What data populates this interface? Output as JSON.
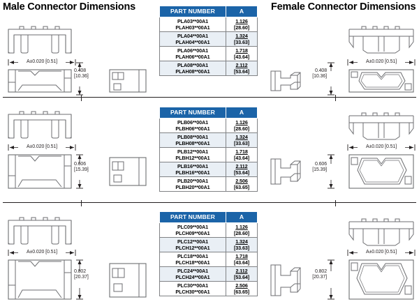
{
  "titles": {
    "male": "Male Connector Dimensions",
    "female": "Female Connector Dimensions"
  },
  "table_headers": {
    "part_number": "PART NUMBER",
    "a": "A"
  },
  "sections": [
    {
      "id": "section-a",
      "male_width_label": "A±0.020 [0.51]",
      "female_width_label": "A±0.020 [0.51]",
      "male_height_in": "0.408",
      "male_height_mm": "[10.36]",
      "female_height_in": "0.408",
      "female_height_mm": "[10.36]",
      "rows": [
        {
          "pn1": "PLA03**00A1",
          "pn2": "PLAH03**00A1",
          "a_in": "1.126",
          "a_mm": "[28.60]"
        },
        {
          "pn1": "PLA04**00A1",
          "pn2": "PLAH04**00A1",
          "a_in": "1.324",
          "a_mm": "[33.63]"
        },
        {
          "pn1": "PLA06**00A1",
          "pn2": "PLAH06**00A1",
          "a_in": "1.718",
          "a_mm": "[43.64]"
        },
        {
          "pn1": "PLA08**00A1",
          "pn2": "PLAH08**00A1",
          "a_in": "2.112",
          "a_mm": "[53.64]"
        }
      ]
    },
    {
      "id": "section-b",
      "male_width_label": "A±0.020 [0.51]",
      "female_width_label": "A±0.020 [0.51]",
      "male_height_in": "0.606",
      "male_height_mm": "[15.39]",
      "female_height_in": "0.606",
      "female_height_mm": "[15.39]",
      "rows": [
        {
          "pn1": "PLB06**00A1",
          "pn2": "PLBH06**00A1",
          "a_in": "1.126",
          "a_mm": "[28.60]"
        },
        {
          "pn1": "PLB08**00A1",
          "pn2": "PLBH08**00A1",
          "a_in": "1.324",
          "a_mm": "[33.63]"
        },
        {
          "pn1": "PLB12**00A1",
          "pn2": "PLBH12**00A1",
          "a_in": "1.718",
          "a_mm": "[43.64]"
        },
        {
          "pn1": "PLB16**00A1",
          "pn2": "PLBH16**00A1",
          "a_in": "2.112",
          "a_mm": "[53.64]"
        },
        {
          "pn1": "PLB20**00A1",
          "pn2": "PLBH20**00A1",
          "a_in": "2.506",
          "a_mm": "[63.65]"
        }
      ]
    },
    {
      "id": "section-c",
      "male_width_label": "A±0.020 [0.51]",
      "female_width_label": "A±0.020 [0.51]",
      "male_height_in": "0.802",
      "male_height_mm": "[20.37]",
      "female_height_in": "0.802",
      "female_height_mm": "[20.37]",
      "rows": [
        {
          "pn1": "PLC09**00A1",
          "pn2": "PLCH09**00A1",
          "a_in": "1.126",
          "a_mm": "[28.60]"
        },
        {
          "pn1": "PLC12**00A1",
          "pn2": "PLCH12**00A1",
          "a_in": "1.324",
          "a_mm": "[33.63]"
        },
        {
          "pn1": "PLC18**00A1",
          "pn2": "PLCH18**00A1",
          "a_in": "1.718",
          "a_mm": "[43.64]"
        },
        {
          "pn1": "PLC24**00A1",
          "pn2": "PLCH24**00A1",
          "a_in": "2.112",
          "a_mm": "[53.64]"
        },
        {
          "pn1": "PLC30**00A1",
          "pn2": "PLCH30**00A1",
          "a_in": "2.506",
          "a_mm": "[63.65]"
        }
      ]
    }
  ],
  "colors": {
    "header_blue": "#1b64a8",
    "row_alt": "#e9eff5",
    "line_gray": "#6d6e71",
    "line_black": "#231f20"
  }
}
